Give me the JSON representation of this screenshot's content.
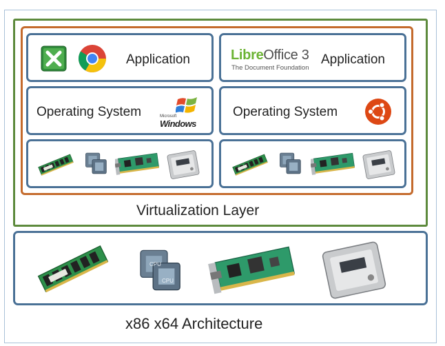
{
  "vms": [
    {
      "application_label": "Application",
      "os_label": "Operating System",
      "os_logo": {
        "name": "windows-logo",
        "small_text": "Microsoft",
        "text": "Windows"
      },
      "app_icons": [
        "excel-icon",
        "chrome-icon"
      ]
    },
    {
      "application_label": "Application",
      "os_label": "Operating System",
      "os_logo": {
        "name": "ubuntu-logo"
      },
      "app_icons": [
        "libreoffice-logo"
      ],
      "libreoffice": {
        "brand_libre": "Libre",
        "brand_office": "Office",
        "version": "3",
        "tagline": "The Document Foundation"
      }
    }
  ],
  "hardware_icons": [
    "ram-module-icon",
    "cpu-chip-icon",
    "network-card-icon",
    "hard-drive-icon"
  ],
  "cpu_chip_label": "CPU",
  "virtualization_layer_label": "Virtualization Layer",
  "architecture_label": "x86 x64 Architecture",
  "colors": {
    "virtualization_border": "#5d8a3c",
    "vm_group_border": "#c46a2c",
    "box_border": "#4a7196",
    "outer_frame": "#a9c0d8"
  }
}
